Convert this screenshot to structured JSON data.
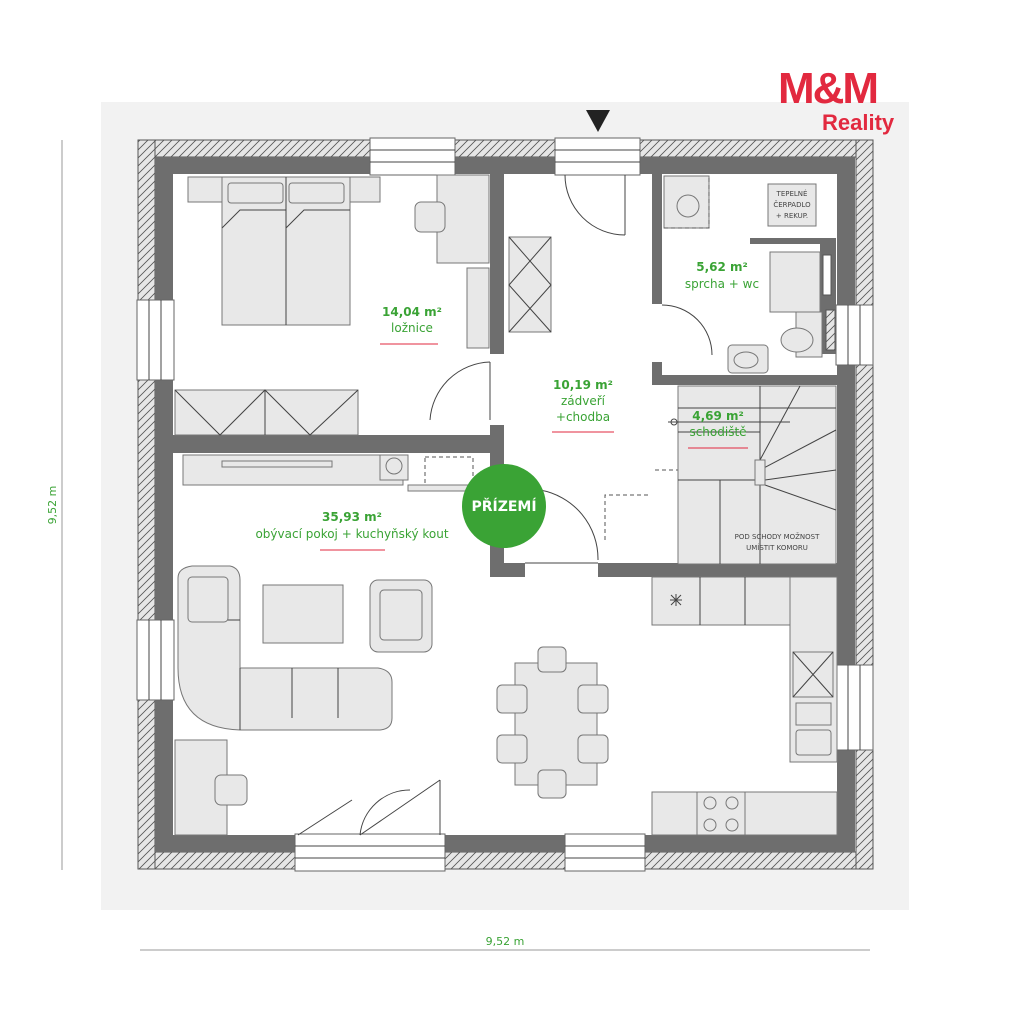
{
  "brand": {
    "logo_top": "M&M",
    "logo_bottom": "Reality"
  },
  "dimensions": {
    "width": "9,52 m",
    "height": "9,52 m"
  },
  "floor_badge": "PŘÍZEMÍ",
  "rooms": [
    {
      "area": "14,04 m²",
      "name": "ložnice"
    },
    {
      "area": "10,19 m²",
      "name": "zádveří",
      "name2": "+chodba"
    },
    {
      "area": "5,62 m²",
      "name": "sprcha + wc"
    },
    {
      "area": "4,69 m²",
      "name": "schodiště"
    },
    {
      "area": "35,93 m²",
      "name": "obývací pokoj + kuchyňský kout"
    }
  ],
  "notes": {
    "heat_pump": [
      "TEPELNÉ",
      "ČERPADLO",
      "+ REKUP."
    ],
    "under_stairs": [
      "POD SCHODY MOŽNOST",
      "UMÍSTIT KOMORU"
    ]
  },
  "colors": {
    "accent_green": "#3aa335",
    "brand_red": "#e2293f",
    "wall": "#6e6e6e"
  }
}
